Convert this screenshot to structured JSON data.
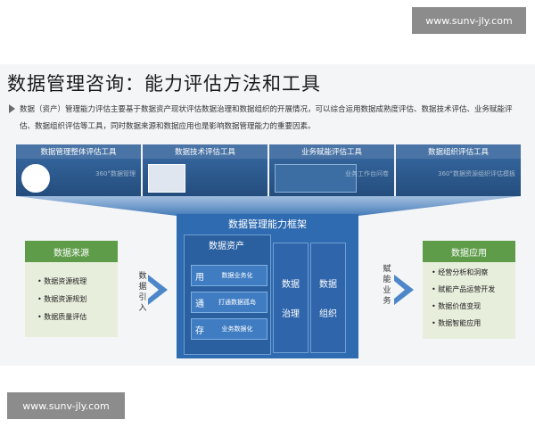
{
  "watermark": "www.sunv-jly.com",
  "slide": {
    "title": "数据管理咨询：能力评估方法和工具",
    "description": "数据（资产）管理能力评估主要基于数据资产现状评估数据治理和数据组织的开展情况，可以综合运用数据成熟度评估、数据技术评估、业务赋能评估、数据组织评估等工具，同时数据来源和数据应用也是影响数据管理能力的重要因素。",
    "tools": [
      {
        "title": "数据管理整体评估工具",
        "caption": "360°数据管理"
      },
      {
        "title": "数据技术评估工具",
        "caption": ""
      },
      {
        "title": "业务赋能评估工具",
        "caption": "业务工作台问卷"
      },
      {
        "title": "数据组织评估工具",
        "caption": "360°数据资源组织评估模板"
      }
    ],
    "framework": {
      "title": "数据管理能力框架",
      "assets_title": "数据资产",
      "asset_rows": [
        {
          "key": "用",
          "value": "数据业务化"
        },
        {
          "key": "通",
          "value": "打通数据孤岛"
        },
        {
          "key": "存",
          "value": "业务数据化"
        }
      ],
      "governance": [
        "数据",
        "治理"
      ],
      "organization": [
        "数据",
        "组织"
      ]
    },
    "left": {
      "title": "数据来源",
      "items": [
        "数据资源梳理",
        "数据资源规划",
        "数据质量评估"
      ]
    },
    "right": {
      "title": "数据应用",
      "items": [
        "经营分析和洞察",
        "赋能产品运营开发",
        "数据价值变现",
        "数据智能应用"
      ]
    },
    "arrow_left_label": [
      "数",
      "据",
      "引",
      "入"
    ],
    "arrow_right_label": [
      "赋",
      "能",
      "业",
      "务"
    ]
  },
  "colors": {
    "primary_blue": "#2e6bb0",
    "green": "#5e9c4a",
    "tool_blue": "#2f5e8e"
  }
}
